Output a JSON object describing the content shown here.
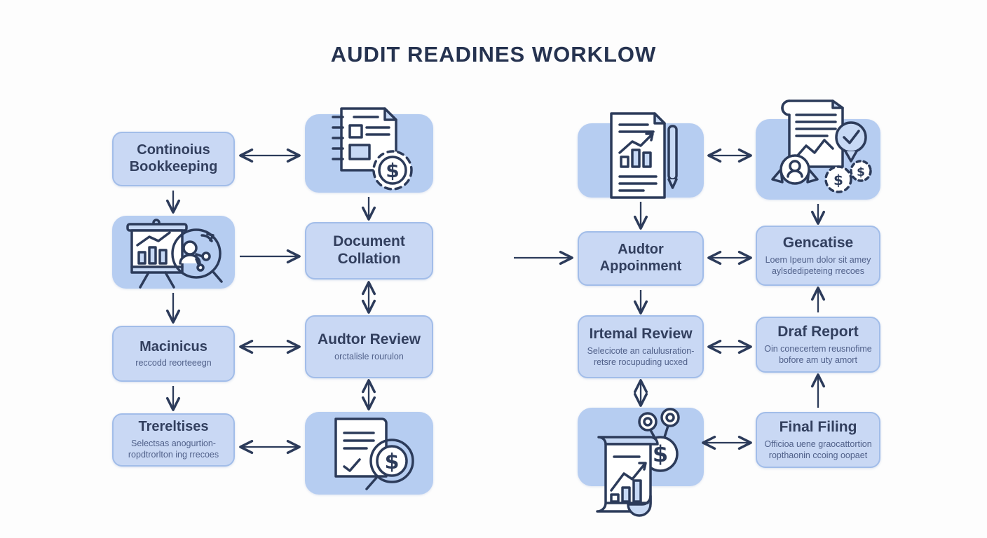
{
  "title": "AUDIT READINES WORKLOW",
  "colors": {
    "background": "#fdfdfd",
    "text_box_fill": "#c9d8f4",
    "text_box_border": "#a2bde9",
    "icon_box_fill": "#b6cdf1",
    "arrow": "#2c3b5a",
    "title_text": "#263350",
    "box_title_text": "#323f5e",
    "box_subtitle_text": "#51618a"
  },
  "nodes": {
    "continuous_bookkeeping": {
      "title": "Continoius\nBookkeeping"
    },
    "bookkeeping_icon": {
      "icon": "presentation-analysis-magnifier-icon"
    },
    "macinicus": {
      "title": "Macinicus",
      "subtitle": "reccodd reorteeegn"
    },
    "trereltises": {
      "title": "Trereltises",
      "subtitle": "Selectsas anogurtion-\nropdtrorlton ing rrecoes"
    },
    "document_gear_icon": {
      "icon": "document-gear-dollar-icon"
    },
    "document_collation": {
      "title": "Document\nCollation"
    },
    "auditor_review": {
      "title": "Audtor Review",
      "subtitle": "orctalisle rourulon"
    },
    "document_magnifier_icon": {
      "icon": "document-magnifier-dollar-icon"
    },
    "chart_report_icon": {
      "icon": "chart-report-pen-icon"
    },
    "auditor_appointment": {
      "title": "Audtor\nAppoinment"
    },
    "internal_review": {
      "title": "Irtemal Review",
      "subtitle": "Selecicote an calulusration-\nretsre rocupuding ucxed"
    },
    "scroll_chart_icon": {
      "icon": "scroll-chart-dollar-icon"
    },
    "certificate_icon": {
      "icon": "certificate-check-badges-icon"
    },
    "gencatise": {
      "title": "Gencatise",
      "subtitle": "Loem Ipeum dolor sit amey\naylsdedipeteing rrecoes"
    },
    "draft_report": {
      "title": "Draf Report",
      "subtitle": "Oin conecertem reusnofime\nbofore am uty amort"
    },
    "final_filing": {
      "title": "Final Filing",
      "subtitle": "Officioa uene graocattortion\nropthaonin ccoing oopaet"
    }
  }
}
